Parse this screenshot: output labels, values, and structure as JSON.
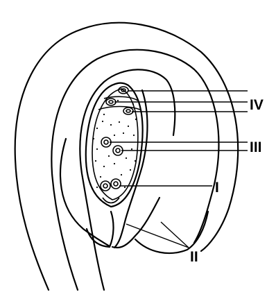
{
  "labels": {
    "antipodal": "IV",
    "polar_nuclei": "III",
    "egg_apparatus": "I",
    "integuments": "II"
  }
}
